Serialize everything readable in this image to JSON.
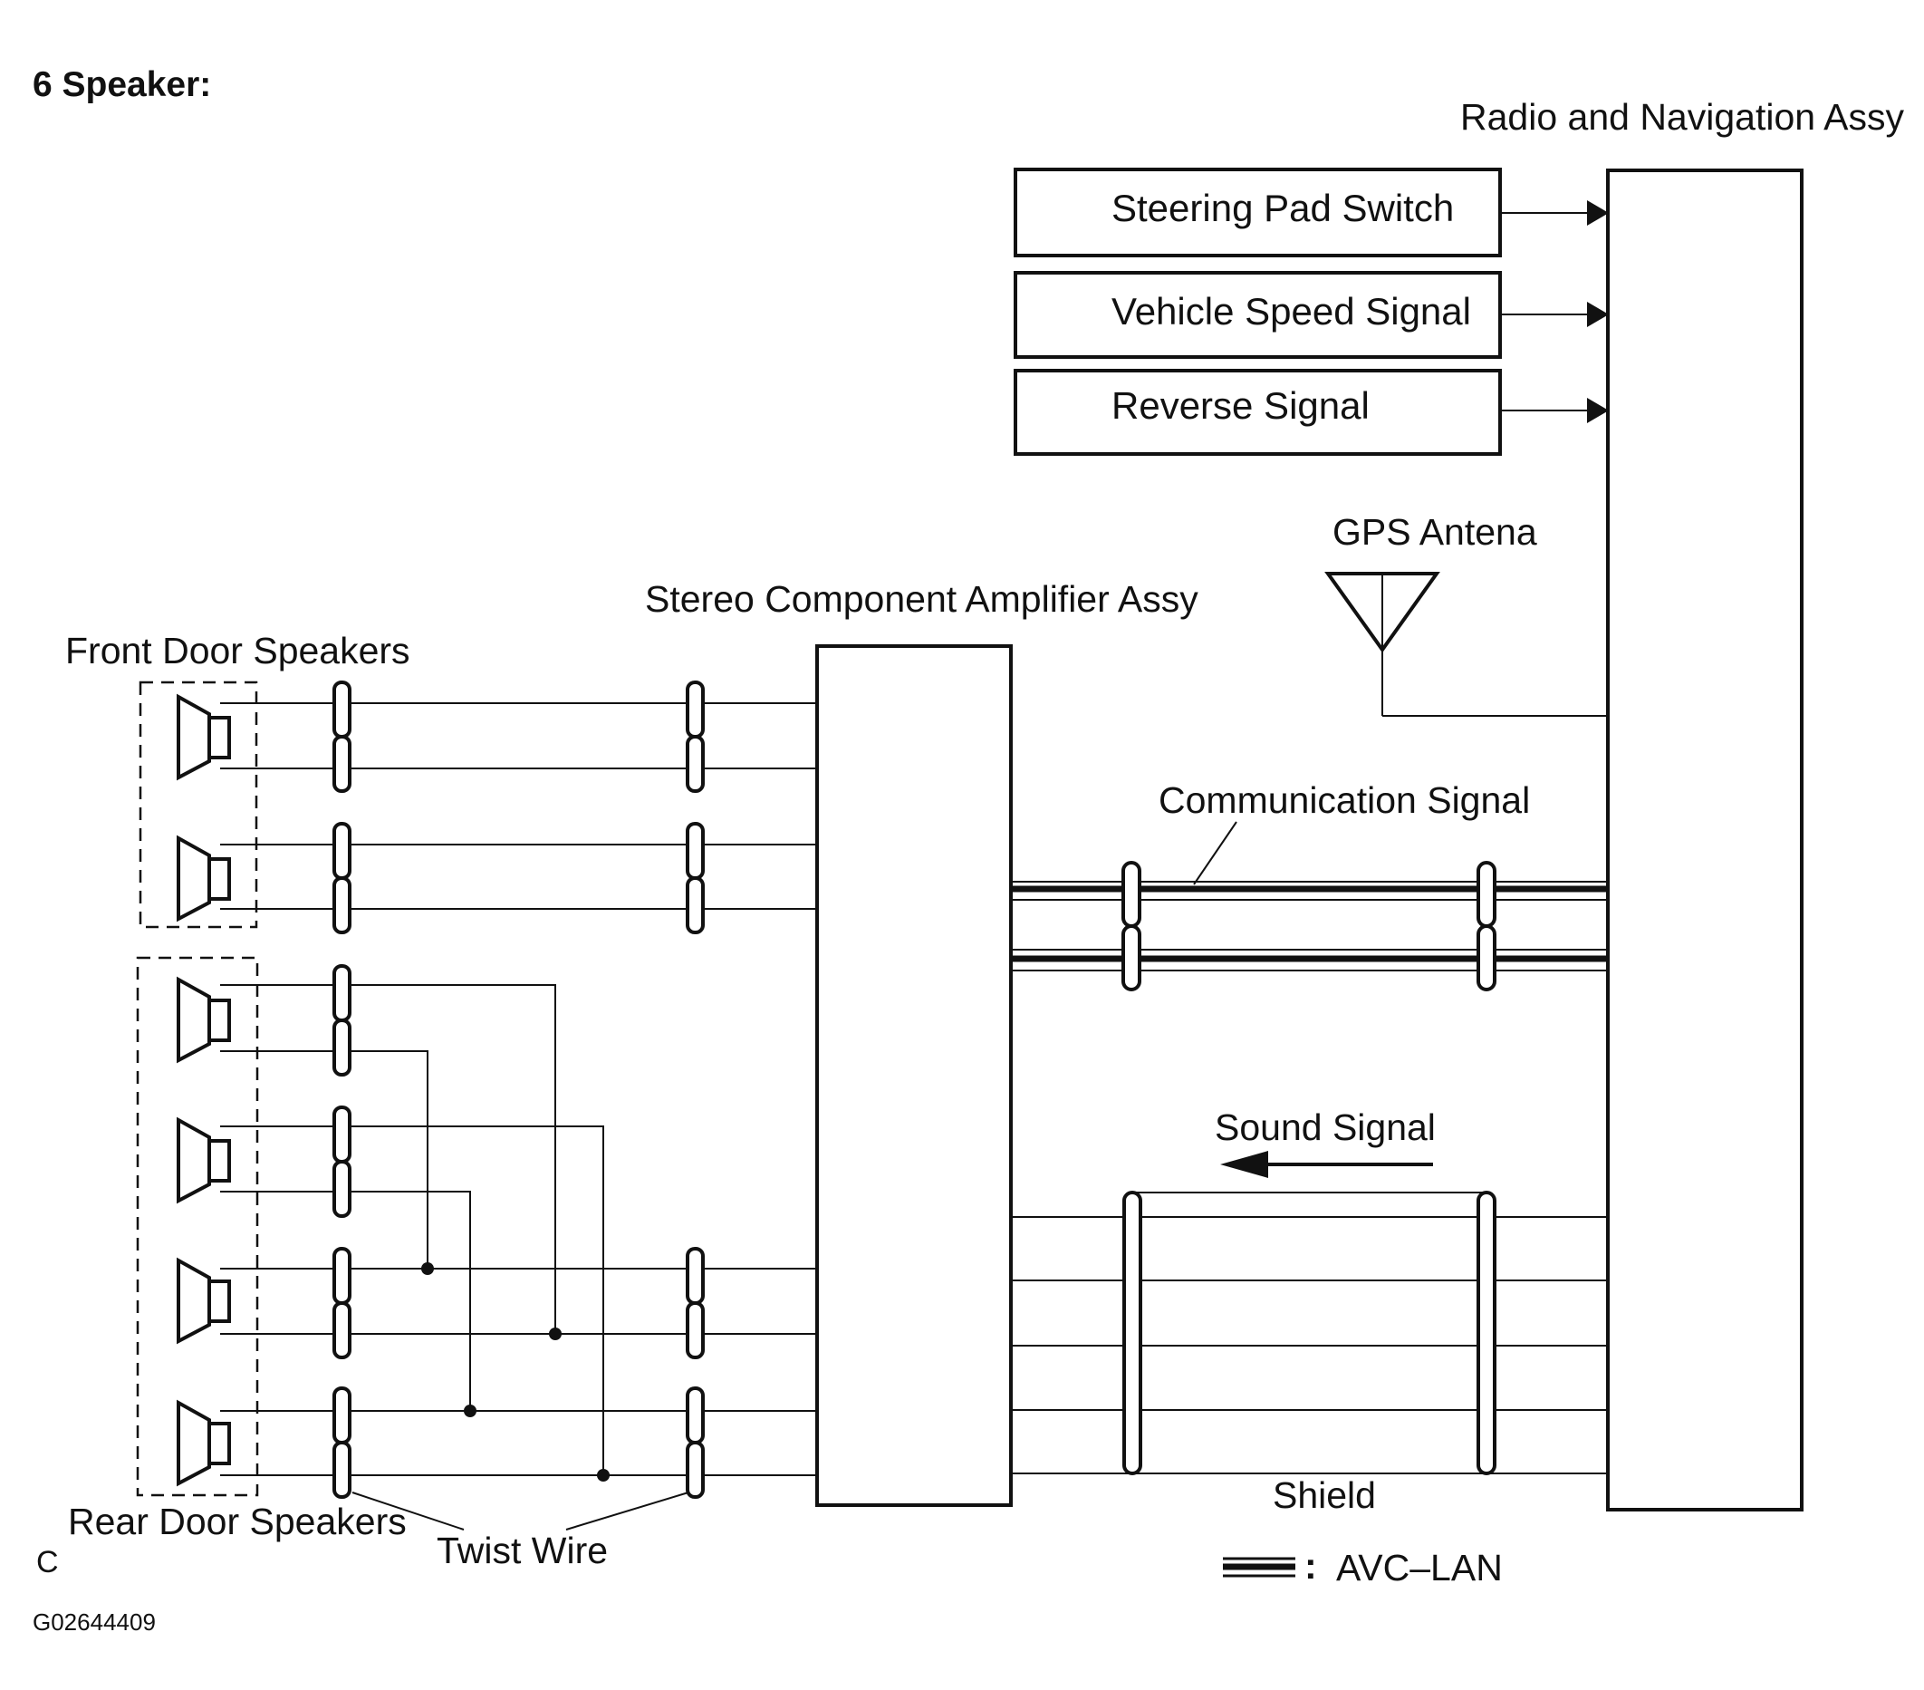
{
  "title": "6 Speaker:",
  "labels": {
    "radio_nav": "Radio and Navigation Assy",
    "steering_pad": "Steering Pad Switch",
    "vehicle_speed": "Vehicle Speed Signal",
    "reverse": "Reverse Signal",
    "gps_antenna": "GPS Antena",
    "amplifier": "Stereo Component Amplifier Assy",
    "front_door": "Front Door Speakers",
    "rear_door": "Rear Door Speakers",
    "communication": "Communication Signal",
    "sound_signal": "Sound Signal",
    "shield": "Shield",
    "twist_wire": "Twist Wire",
    "avc_lan": "AVC–LAN",
    "legend_colon": ":",
    "corner_mark": "C",
    "figure_id": "G02644409"
  }
}
